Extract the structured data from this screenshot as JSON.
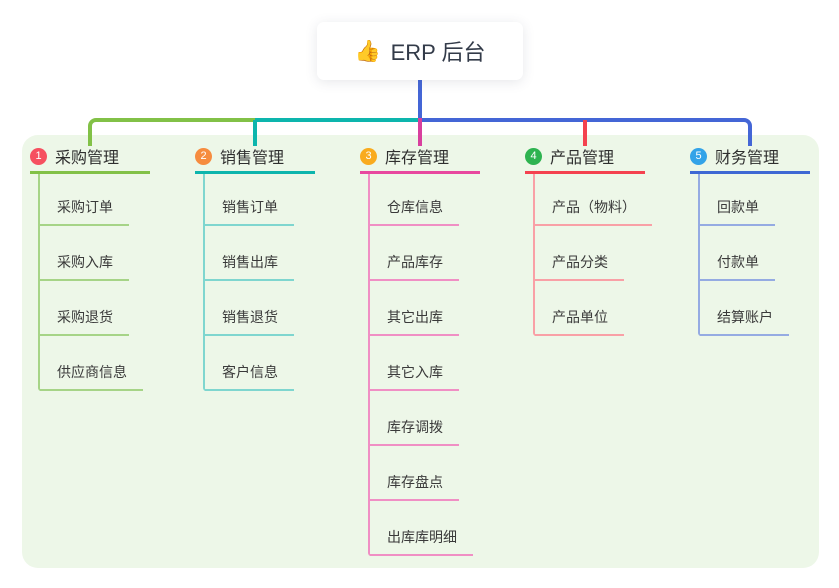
{
  "root": {
    "label": "ERP 后台",
    "icon": "thumbs-up-icon",
    "icon_glyph": "👍",
    "icon_color": "#f6b73c"
  },
  "canvas": {
    "background": "#ffffff",
    "panel_background": "#edf7e8"
  },
  "connectors": {
    "root_line_color": "#4466d6",
    "bus_segment_colors": [
      "#82c147",
      "#0db5ad",
      "#4466d6"
    ],
    "drop_colors": [
      "#82c147",
      "#0db5ad",
      "#d83f9e",
      "#f4424f",
      "#4466d6"
    ]
  },
  "branches": [
    {
      "index": "1",
      "label": "采购管理",
      "badge_color": "#f65060",
      "line_color": "#82c147",
      "child_line_color": "#a6d487",
      "children": [
        "采购订单",
        "采购入库",
        "采购退货",
        "供应商信息"
      ]
    },
    {
      "index": "2",
      "label": "销售管理",
      "badge_color": "#f68c3f",
      "line_color": "#0db5ad",
      "child_line_color": "#7fd6cf",
      "children": [
        "销售订单",
        "销售出库",
        "销售退货",
        "客户信息"
      ]
    },
    {
      "index": "3",
      "label": "库存管理",
      "badge_color": "#f9ab1e",
      "line_color": "#e8489f",
      "child_line_color": "#f08fc4",
      "children": [
        "仓库信息",
        "产品库存",
        "其它出库",
        "其它入库",
        "库存调拨",
        "库存盘点",
        "出库库明细"
      ]
    },
    {
      "index": "4",
      "label": "产品管理",
      "badge_color": "#2eb350",
      "line_color": "#f4424f",
      "child_line_color": "#f9a0a6",
      "children": [
        "产品（物料）",
        "产品分类",
        "产品单位"
      ]
    },
    {
      "index": "5",
      "label": "财务管理",
      "badge_color": "#33a3e8",
      "line_color": "#3e68d4",
      "child_line_color": "#95abe2",
      "children": [
        "回款单",
        "付款单",
        "结算账户"
      ]
    }
  ]
}
